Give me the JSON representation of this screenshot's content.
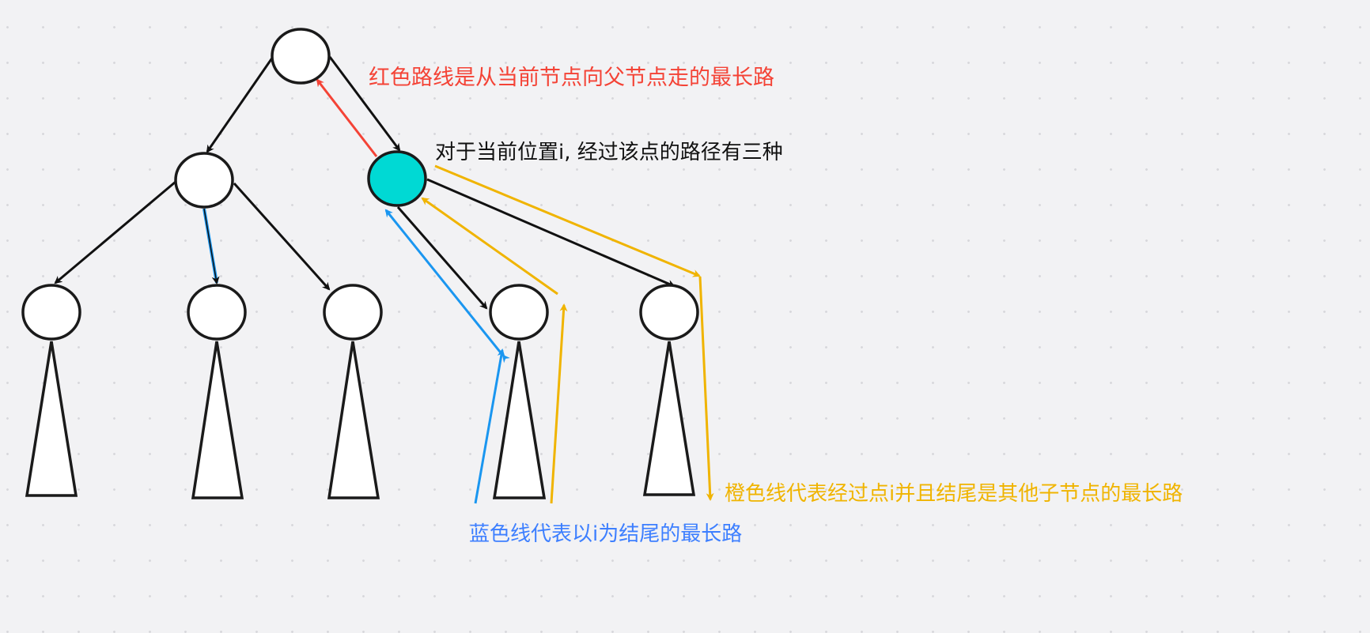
{
  "colors": {
    "red": "#f44336",
    "orange": "#f0b400",
    "blue": "#1a96f0",
    "current_node": "#00d9d4",
    "edge": "#111111"
  },
  "labels": {
    "red_path": "红色路线是从当前节点向父节点走的最长路",
    "current": "对于当前位置i, 经过该点的路径有三种",
    "orange_path": "橙色线代表经过点i并且结尾是其他子节点的最长路",
    "blue_path": "蓝色线代表以i为结尾的最长路"
  }
}
